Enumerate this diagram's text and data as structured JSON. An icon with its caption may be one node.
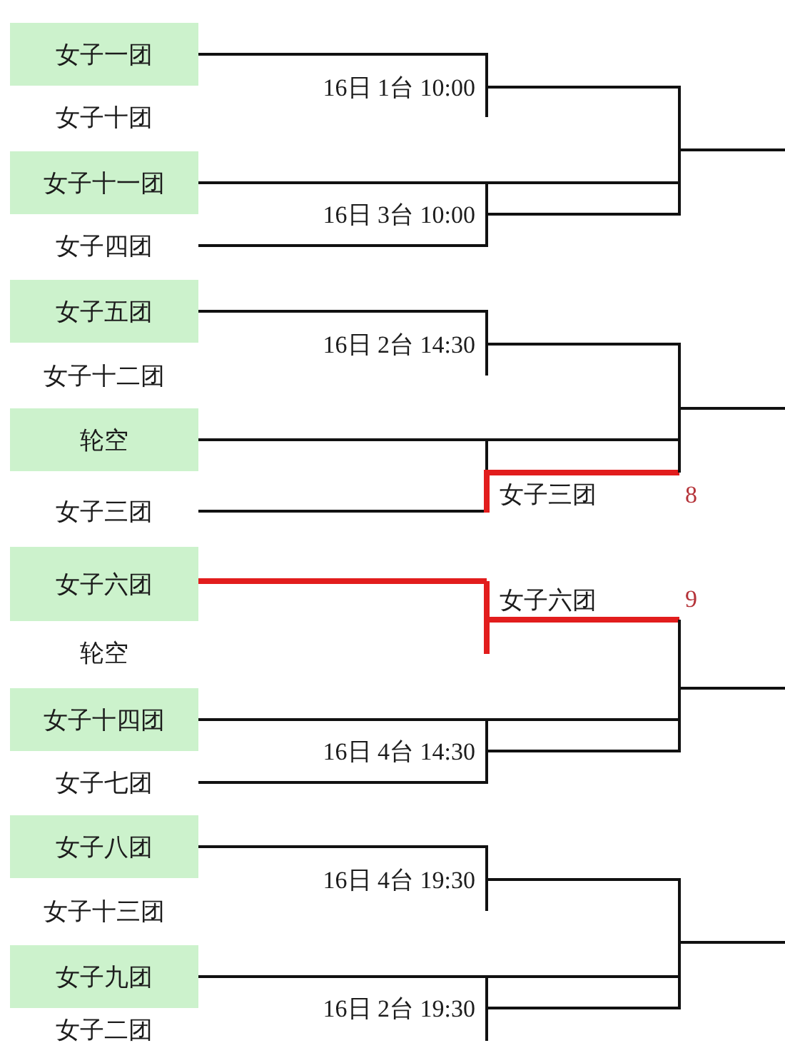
{
  "diagram": {
    "nodes": [
      {
        "text": [
          "女子一团"
        ]
      },
      {
        "text": [
          "16日 1台 10:00"
        ]
      },
      {
        "text": [
          "女子十团"
        ]
      },
      {
        "text": [
          "女子十一团"
        ]
      },
      {
        "text": [
          "16日 3台 10:00"
        ]
      },
      {
        "text": [
          "女子四团"
        ]
      },
      {
        "text": [
          "女子五团"
        ]
      },
      {
        "text": [
          "16日 2台 14:30"
        ]
      },
      {
        "text": [
          "女子十二团"
        ]
      },
      {
        "text": [
          "轮空"
        ]
      },
      {
        "text": [
          "女子三团"
        ]
      },
      {
        "text": [
          "女子三团"
        ]
      },
      {
        "text": [
          "女子六团"
        ]
      },
      {
        "text": [
          "女子六团"
        ]
      },
      {
        "text": [
          "轮空"
        ]
      },
      {
        "text": [
          "女子十四团"
        ]
      },
      {
        "text": [
          "16日 4台 14:30"
        ]
      },
      {
        "text": [
          "女子七团"
        ]
      },
      {
        "text": [
          "女子八团"
        ]
      },
      {
        "text": [
          "16日 4台 19:30"
        ]
      },
      {
        "text": [
          "女子十三团"
        ]
      },
      {
        "text": [
          "女子九团"
        ]
      },
      {
        "text": [
          "16日 2台 19:30"
        ]
      },
      {
        "text": [
          "女子二团"
        ]
      }
    ],
    "edges": [
      {
        "from": 0,
        "to": 1,
        "arrow": "none"
      },
      {
        "from": 1,
        "to": null,
        "arrow": "none"
      },
      {
        "from": 3,
        "to": 4,
        "arrow": "none"
      },
      {
        "from": 5,
        "to": 4,
        "arrow": "none"
      },
      {
        "from": 4,
        "to": null,
        "arrow": "none"
      },
      {
        "from": 6,
        "to": 7,
        "arrow": "none"
      },
      {
        "from": 7,
        "to": null,
        "arrow": "none"
      },
      {
        "from": 9,
        "to": 11,
        "arrow": "none"
      },
      {
        "from": 10,
        "to": 11,
        "arrow": "none"
      },
      {
        "from": 11,
        "to": null,
        "arrow": "none",
        "style": "thick",
        "color": "#e21d1d"
      },
      {
        "from": 12,
        "to": 13,
        "arrow": "none",
        "style": "thick",
        "color": "#e21d1d"
      },
      {
        "from": 13,
        "to": null,
        "arrow": "none",
        "style": "thick",
        "color": "#e21d1d"
      },
      {
        "from": 15,
        "to": 16,
        "arrow": "none"
      },
      {
        "from": 17,
        "to": 16,
        "arrow": "none"
      },
      {
        "from": 16,
        "to": null,
        "arrow": "none"
      },
      {
        "from": 18,
        "to": 19,
        "arrow": "none"
      },
      {
        "from": 19,
        "to": null,
        "arrow": "none"
      },
      {
        "from": 21,
        "to": 22,
        "arrow": "none"
      },
      {
        "from": 22,
        "to": null,
        "arrow": "none"
      }
    ],
    "labels": [
      "8",
      "9"
    ]
  }
}
